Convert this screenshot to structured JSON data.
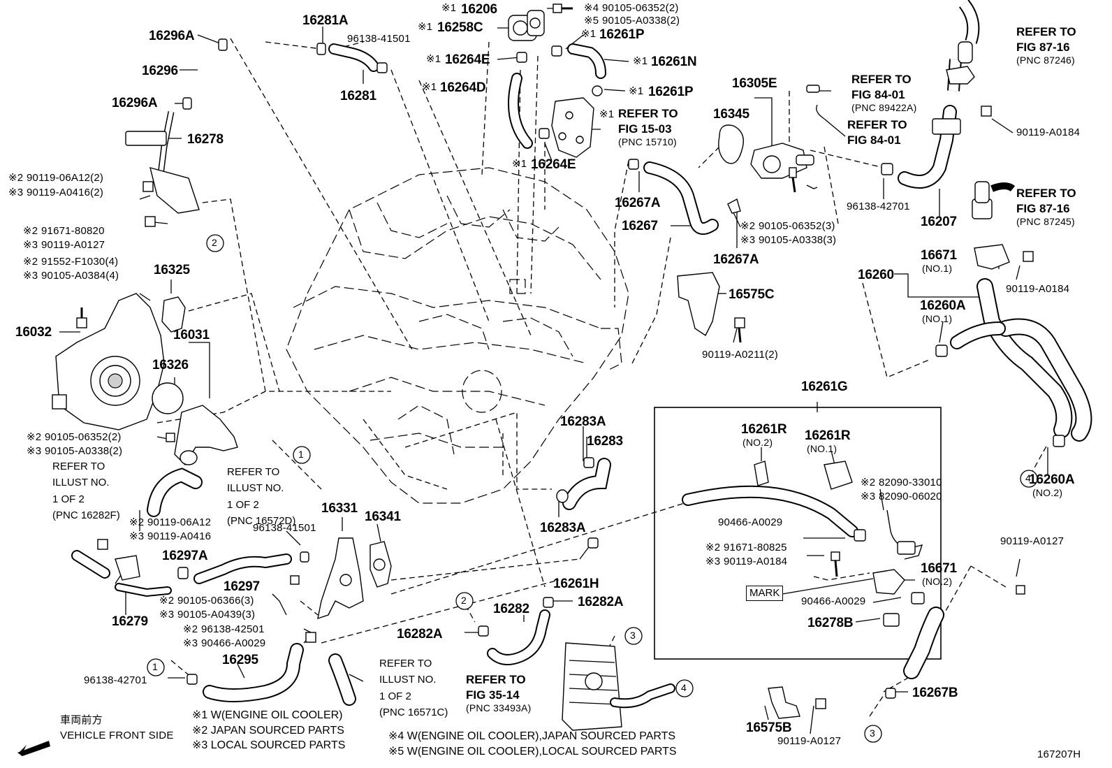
{
  "parts": {
    "p16296A_top": "16296A",
    "p16296": "16296",
    "p16296A_bot": "16296A",
    "p16278": "16278",
    "p16281A": "16281A",
    "p96138_41501_top": "96138-41501",
    "p16281": "16281",
    "p16206": "16206",
    "p16258C": "16258C",
    "p16264E_top": "16264E",
    "p16264D": "16264D",
    "p16264E_bot": "16264E",
    "p90105_06352_2": "90105-06352(2)",
    "p90105_A0338_2": "90105-A0338(2)",
    "p16261P_top": "16261P",
    "p16261N": "16261N",
    "p16261P_mid": "16261P",
    "p16305E": "16305E",
    "p16345": "16345",
    "p16267A_top": "16267A",
    "p16267": "16267",
    "p16267A_bot": "16267A",
    "p90105_06352_3": "90105-06352(3)",
    "p90105_A0338_3": "90105-A0338(3)",
    "p96138_42701_r": "96138-42701",
    "p16207": "16207",
    "p90119_A0184_tr": "90119-A0184",
    "p16671_no1": "16671",
    "no1_a": "(NO.1)",
    "p90119_A0184_r": "90119-A0184",
    "p16260": "16260",
    "p16260A_no1": "16260A",
    "no1_b": "(NO.1)",
    "p16260A_no2": "16260A",
    "no2_a": "(NO.2)",
    "p16575C": "16575C",
    "p90119_A0211": "90119-A0211(2)",
    "p16261G": "16261G",
    "p16261R_no2": "16261R",
    "no2_b": "(NO.2)",
    "p16261R_no1": "16261R",
    "no1_c": "(NO.1)",
    "p82090_33010": "82090-33010",
    "p82090_06020": "82090-06020",
    "p90466_A0029_a": "90466-A0029",
    "p91671_80825": "91671-80825",
    "p90119_A0184_g": "90119-A0184",
    "p16671_no2": "16671",
    "no2_c": "(NO.2)",
    "mark": "MARK",
    "p90466_A0029_b": "90466-A0029",
    "p16278B": "16278B",
    "p90119_A0127_r": "90119-A0127",
    "p16267B": "16267B",
    "p16575B": "16575B",
    "p90119_A0127_b": "90119-A0127",
    "p90119_06A12_2": "90119-06A12(2)",
    "p90119_A0416_2": "90119-A0416(2)",
    "p91671_80820": "91671-80820",
    "p90119_A0127_l": "90119-A0127",
    "p91552_F1030": "91552-F1030(4)",
    "p90105_A0384": "90105-A0384(4)",
    "p16325": "16325",
    "p16032": "16032",
    "p16031": "16031",
    "p16326": "16326",
    "p90105_06352_2b": "90105-06352(2)",
    "p90105_A0338_2b": "90105-A0338(2)",
    "p90119_06A12": "90119-06A12",
    "p90119_A0416": "90119-A0416",
    "p16279": "16279",
    "p96138_41501_m": "96138-41501",
    "p16297A": "16297A",
    "p16297": "16297",
    "p90105_06366": "90105-06366(3)",
    "p90105_A0439": "90105-A0439(3)",
    "p16331": "16331",
    "p16341": "16341",
    "p96138_42501": "96138-42501",
    "p90466_A0029_c": "90466-A0029",
    "p96138_42701_l": "96138-42701",
    "p16295": "16295",
    "p16283A_top": "16283A",
    "p16283": "16283",
    "p16283A_bot": "16283A",
    "p16261H": "16261H",
    "p16282": "16282",
    "p16282A_r": "16282A",
    "p16282A_l": "16282A",
    "fig_num": "167207H"
  },
  "marks": {
    "m1": "※1",
    "m2": "※2",
    "m3": "※3",
    "m4": "※4",
    "m5": "※5"
  },
  "refs": {
    "fig8716_a": [
      "REFER TO",
      "FIG 87-16",
      "(PNC 87246)"
    ],
    "fig8716_b": [
      "REFER TO",
      "FIG 87-16",
      "(PNC 87245)"
    ],
    "fig8401_a": [
      "REFER TO",
      "FIG 84-01",
      "(PNC 89422A)"
    ],
    "fig8401_b": [
      "REFER TO",
      "FIG 84-01"
    ],
    "fig1503": [
      "REFER TO",
      "FIG 15-03",
      "(PNC 15710)"
    ],
    "fig3514": [
      "REFER TO",
      "FIG 35-14",
      "(PNC 33493A)"
    ],
    "illust_16282F": [
      "REFER TO",
      "ILLUST NO.",
      "1 OF 2",
      "(PNC 16282F)"
    ],
    "illust_16572D": [
      "REFER TO",
      "ILLUST NO.",
      "1 OF 2",
      "(PNC 16572D)"
    ],
    "illust_16571C": [
      "REFER TO",
      "ILLUST NO.",
      "1 OF 2",
      "(PNC 16571C)"
    ]
  },
  "callouts": {
    "c1": "1",
    "c2": "2",
    "c3": "3",
    "c4": "4"
  },
  "legend": {
    "note1": "※1 W(ENGINE OIL COOLER)",
    "note2": "※2 JAPAN SOURCED PARTS",
    "note3": "※3 LOCAL SOURCED PARTS",
    "note4": "※4 W(ENGINE OIL COOLER),JAPAN SOURCED PARTS",
    "note5": "※5 W(ENGINE OIL COOLER),LOCAL SOURCED PARTS"
  },
  "front": {
    "jp": "車両前方",
    "en": "VEHICLE FRONT SIDE"
  }
}
